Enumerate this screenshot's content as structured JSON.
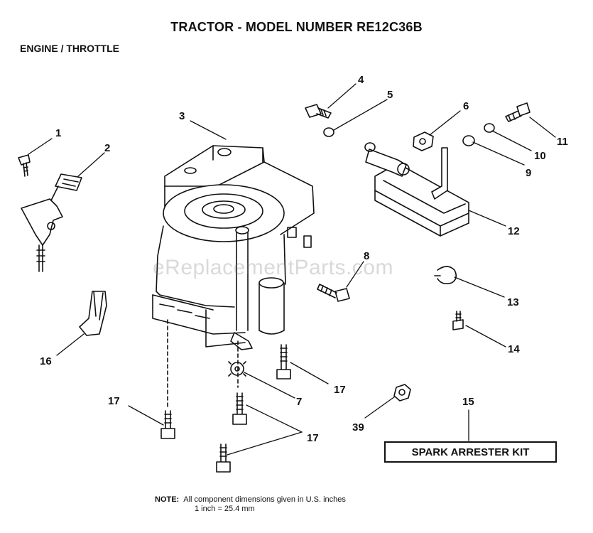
{
  "title": "TRACTOR  - MODEL NUMBER RE12C36B",
  "subtitle": "ENGINE / THROTTLE",
  "watermark": "eReplacementParts.com",
  "kit_label": "SPARK ARRESTER KIT",
  "note": {
    "label": "NOTE:",
    "line1": "All component dimensions given in U.S. inches",
    "line2": "1 inch = 25.4 mm"
  },
  "callouts": [
    {
      "id": "c1",
      "text": "1"
    },
    {
      "id": "c2",
      "text": "2"
    },
    {
      "id": "c3",
      "text": "3"
    },
    {
      "id": "c4",
      "text": "4"
    },
    {
      "id": "c5",
      "text": "5"
    },
    {
      "id": "c6",
      "text": "6"
    },
    {
      "id": "c7",
      "text": "7"
    },
    {
      "id": "c8",
      "text": "8"
    },
    {
      "id": "c9",
      "text": "9"
    },
    {
      "id": "c10",
      "text": "10"
    },
    {
      "id": "c11",
      "text": "11"
    },
    {
      "id": "c12",
      "text": "12"
    },
    {
      "id": "c13",
      "text": "13"
    },
    {
      "id": "c14",
      "text": "14"
    },
    {
      "id": "c15",
      "text": "15"
    },
    {
      "id": "c16",
      "text": "16"
    },
    {
      "id": "c17a",
      "text": "17"
    },
    {
      "id": "c17b",
      "text": "17"
    },
    {
      "id": "c17c",
      "text": "17"
    },
    {
      "id": "c39",
      "text": "39"
    }
  ]
}
